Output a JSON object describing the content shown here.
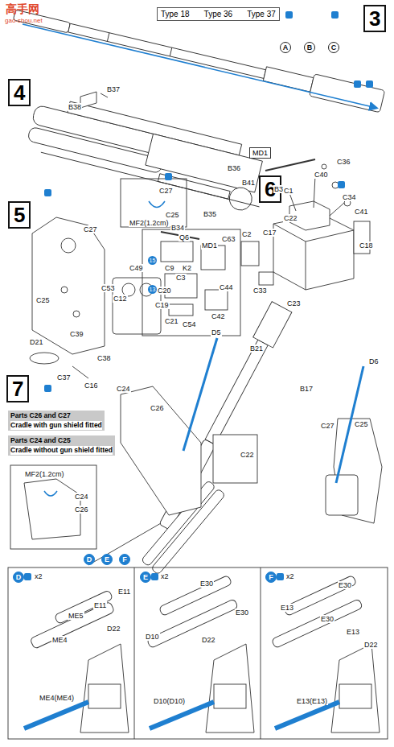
{
  "diagram": {
    "nodes": [
      {
        "text": [
          "Type 18",
          "Type 36",
          "Type 37"
        ]
      },
      {
        "text": [
          "3"
        ]
      },
      {
        "text": [
          "4"
        ]
      },
      {
        "text": [
          "MD1"
        ]
      },
      {
        "text": [
          "6"
        ]
      },
      {
        "text": [
          "5"
        ]
      },
      {
        "text": [
          "7"
        ]
      },
      {
        "text": [
          "Parts C26 and C27",
          "Cradle with gun shield fitted"
        ]
      },
      {
        "text": [
          "Parts C24 and C25",
          "Cradle without gun shield fitted"
        ]
      }
    ],
    "labels": [
      "高手网",
      "gao-shou.net",
      "A",
      "B",
      "C",
      "B37",
      "B38",
      "B36",
      "B41",
      "B33",
      "B35",
      "B34",
      "MD1",
      "C36",
      "C40",
      "C34",
      "C41",
      "C1",
      "C22",
      "C17",
      "C18",
      "C2",
      "C33",
      "C23",
      "C27",
      "C25",
      "MF2(1.2cm)",
      "C27",
      "C49",
      "C53",
      "C25",
      "C12",
      "C39",
      "C38",
      "D21",
      "C37",
      "C16",
      "Q6",
      "C63",
      "15",
      "C9",
      "K2",
      "C3",
      "C20",
      "C44",
      "13",
      "C19",
      "C42",
      "C21",
      "C54",
      "D5",
      "B21",
      "D6",
      "B17",
      "C24",
      "C26",
      "C22",
      "C27",
      "C25",
      "MF2(1.2cm)",
      "C24",
      "C26",
      "D",
      "E",
      "F",
      "D",
      "x2",
      "E11",
      "E11",
      "ME5",
      "D22",
      "ME4",
      "ME4(ME4)",
      "E",
      "x2",
      "E30",
      "E30",
      "D10",
      "D22",
      "D10(D10)",
      "F",
      "x2",
      "E30",
      "E13",
      "E30",
      "E13",
      "D22",
      "E13(E13)"
    ]
  }
}
